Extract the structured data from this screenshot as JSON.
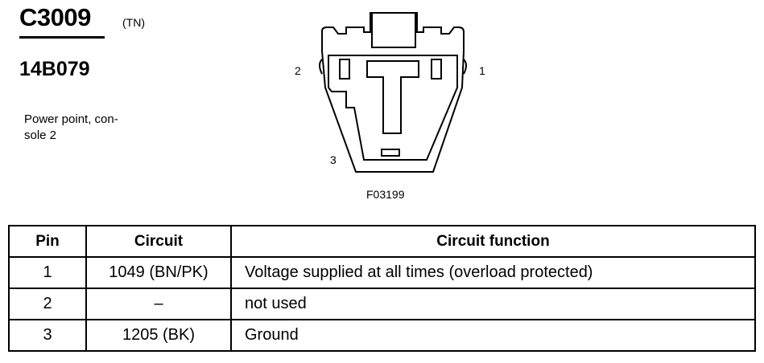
{
  "header": {
    "connector_id": "C3009",
    "connector_color": "(TN)",
    "part_number": "14B079",
    "description": "Power point, con-\nsole 2"
  },
  "diagram": {
    "pin_labels": {
      "pin1": "1",
      "pin2": "2",
      "pin3": "3"
    },
    "figure_code": "F03199"
  },
  "table": {
    "headers": {
      "pin": "Pin",
      "circuit": "Circuit",
      "function": "Circuit function"
    },
    "rows": [
      {
        "pin": "1",
        "circuit": "1049 (BN/PK)",
        "function": "Voltage supplied at all times (overload protected)"
      },
      {
        "pin": "2",
        "circuit": "–",
        "function": "not used"
      },
      {
        "pin": "3",
        "circuit": "1205 (BK)",
        "function": "Ground"
      }
    ]
  }
}
